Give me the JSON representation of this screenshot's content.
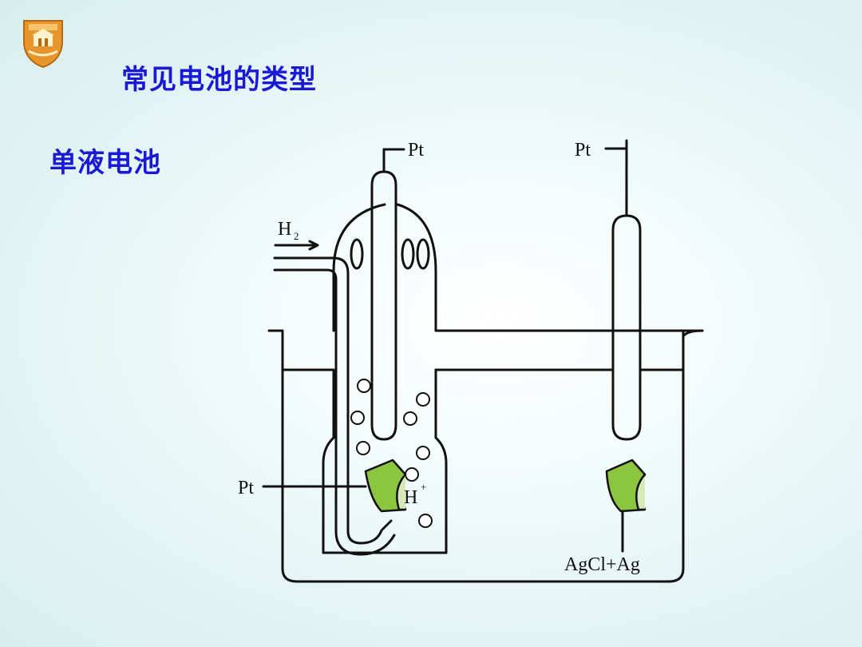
{
  "slide": {
    "title": "常见电池的类型",
    "subtitle": "单液电池"
  },
  "diagram": {
    "labels": {
      "pt_top_left": "Pt",
      "pt_top_right": "Pt",
      "pt_left": "Pt",
      "h2_main": "H",
      "h2_sub": "2",
      "hplus_main": "H",
      "hplus_sup": "+",
      "agcl_ag": "AgCl+Ag"
    }
  },
  "colors": {
    "title_text": "#1a1ad6",
    "electrode_green": "#8cc63f",
    "logo_orange": "#e8962c"
  },
  "icons": {
    "logo": "university-shield-logo"
  }
}
